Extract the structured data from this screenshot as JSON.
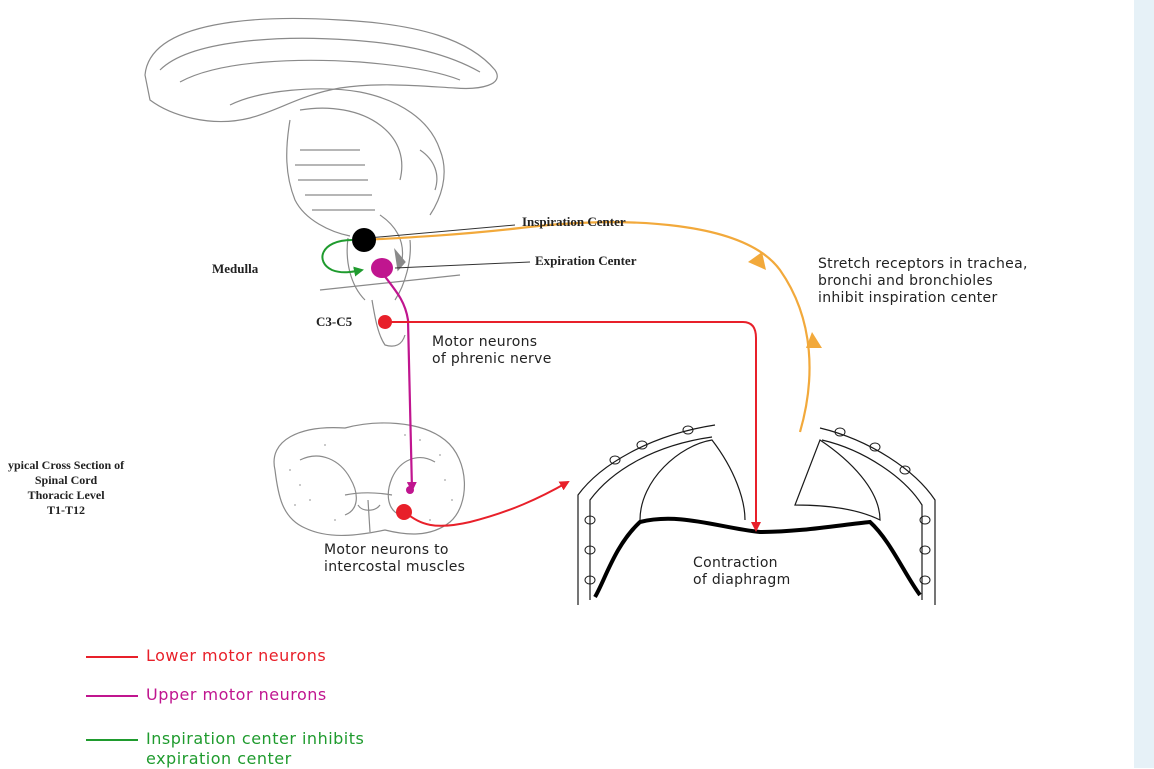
{
  "labels": {
    "inspiration_center": "Inspiration Center",
    "expiration_center": "Expiration Center",
    "medulla": "Medulla",
    "c3_c5": "C3-C5",
    "phrenic": "Motor neurons\nof phrenic nerve",
    "stretch": "Stretch receptors in trachea,\nbronchi and bronchioles\ninhibit inspiration center",
    "cross_section": "ypical Cross Section of\nSpinal Cord\nThoracic Level\nT1-T12",
    "intercostal": "Motor neurons to\nintercostal muscles",
    "diaphragm": "Contraction\nof diaphragm"
  },
  "legend": [
    {
      "text": "Lower motor neurons",
      "color": "#e8202a"
    },
    {
      "text": "Upper motor neurons",
      "color": "#c0158f"
    },
    {
      "text": "Inspiration center inhibits\nexpiration center",
      "color": "#1f9b2e"
    }
  ],
  "colors": {
    "lower_motor": "#e8202a",
    "upper_motor": "#c0158f",
    "inhibit": "#1f9b2e",
    "stretch": "#f2a93b",
    "inspiration_node": "#000000",
    "sketch": "#8a8a8a"
  }
}
